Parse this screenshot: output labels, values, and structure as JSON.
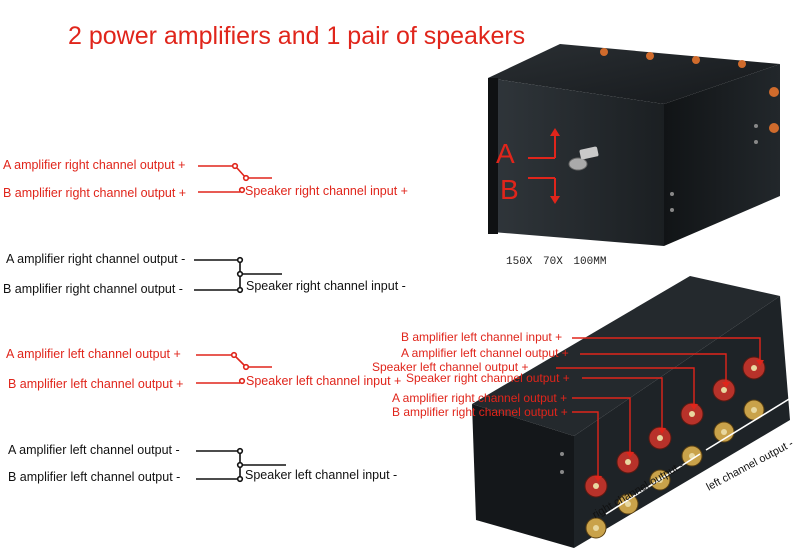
{
  "title": "2 power amplifiers and 1 pair of speakers",
  "switch_labels": {
    "a": "A",
    "b": "B"
  },
  "dimensions": "150X 70X 100MM",
  "wiring": {
    "right_pos": {
      "input_a": "A amplifier right channel output +",
      "input_b": "B amplifier right channel output +",
      "output": "Speaker right channel input +"
    },
    "right_neg": {
      "input_a": "A amplifier right channel output -",
      "input_b": "B amplifier right channel output -",
      "output": "Speaker right channel input -"
    },
    "left_pos": {
      "input_a": "A amplifier left channel output +",
      "input_b": "B amplifier left channel output +",
      "output": "Speaker left channel input +"
    },
    "left_neg": {
      "input_a": "A amplifier left channel output -",
      "input_b": "B amplifier left channel output -",
      "output": "Speaker left channel input -"
    }
  },
  "rear_labels": {
    "b_left_in": "B amplifier left channel input +",
    "a_left_out": "A amplifier left channel output +",
    "spk_left_out": "Speaker left channel output +",
    "spk_right_out": "Speaker right channel output +",
    "a_right_out": "A amplifier right channel output +",
    "b_right_out": "B amplifier right channel output +"
  },
  "bottom_labels": {
    "right_neg": "right channel output -",
    "left_neg": "left channel output -"
  },
  "colors": {
    "accent": "#e0251b",
    "line": "#111111",
    "terminal_gold": "#c9a24a",
    "terminal_red": "#b8322a",
    "box": "#1c2024"
  }
}
